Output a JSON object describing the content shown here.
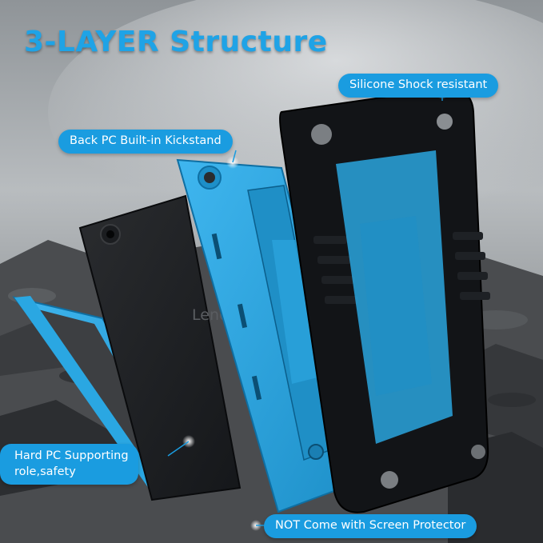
{
  "title": "3-LAYER Structure",
  "callouts": {
    "silicone": "Silicone Shock resistant",
    "kickstand": "Back PC Built-in Kickstand",
    "hard_pc_line1": "Hard PC Supporting",
    "hard_pc_line2": "role,safety",
    "protector": "NOT Come with Screen Protector"
  },
  "tablet_brand": "Lenovo",
  "colors": {
    "accent_blue": "#1a9ce0",
    "case_blue": "#2aa7e2",
    "case_black": "#111316"
  }
}
